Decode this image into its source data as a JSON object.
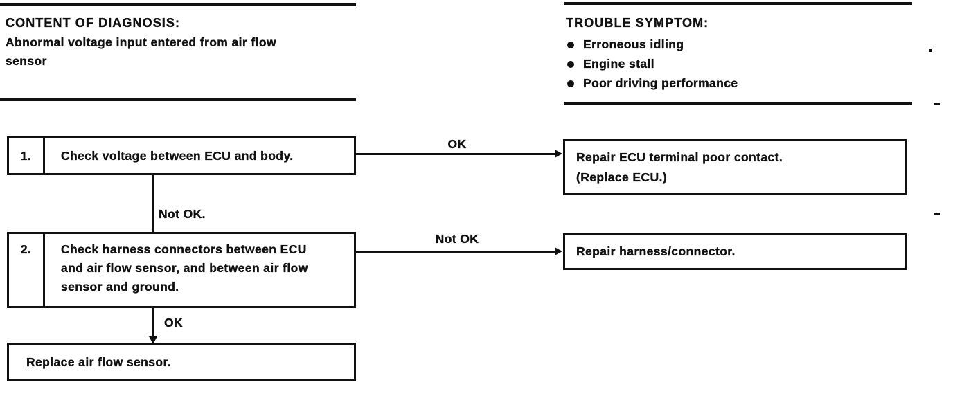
{
  "colors": {
    "ink": "#101010",
    "paper": "#ffffff"
  },
  "header": {
    "diagnosis": {
      "title": "CONTENT OF DIAGNOSIS:",
      "body_lines": [
        "Abnormal voltage input entered from air flow",
        "sensor"
      ]
    },
    "symptom": {
      "title": "TROUBLE SYMPTOM:",
      "items": [
        "Erroneous idling",
        "Engine stall",
        "Poor driving performance"
      ]
    }
  },
  "flowchart": {
    "step1": {
      "number": "1.",
      "text": "Check voltage between ECU and body."
    },
    "step2": {
      "number": "2.",
      "lines": [
        "Check harness connectors between ECU",
        "and air flow sensor, and between air flow",
        "sensor and ground."
      ]
    },
    "final": {
      "text": "Replace air flow sensor."
    },
    "result1": {
      "lines": [
        "Repair ECU terminal poor contact.",
        "(Replace ECU.)"
      ]
    },
    "result2": {
      "lines": [
        "Repair harness/connector."
      ]
    },
    "connectors": {
      "step1_ok": "OK",
      "step1_not_ok": "Not OK.",
      "step2_not_ok": "Not OK",
      "step2_ok": "OK"
    }
  }
}
